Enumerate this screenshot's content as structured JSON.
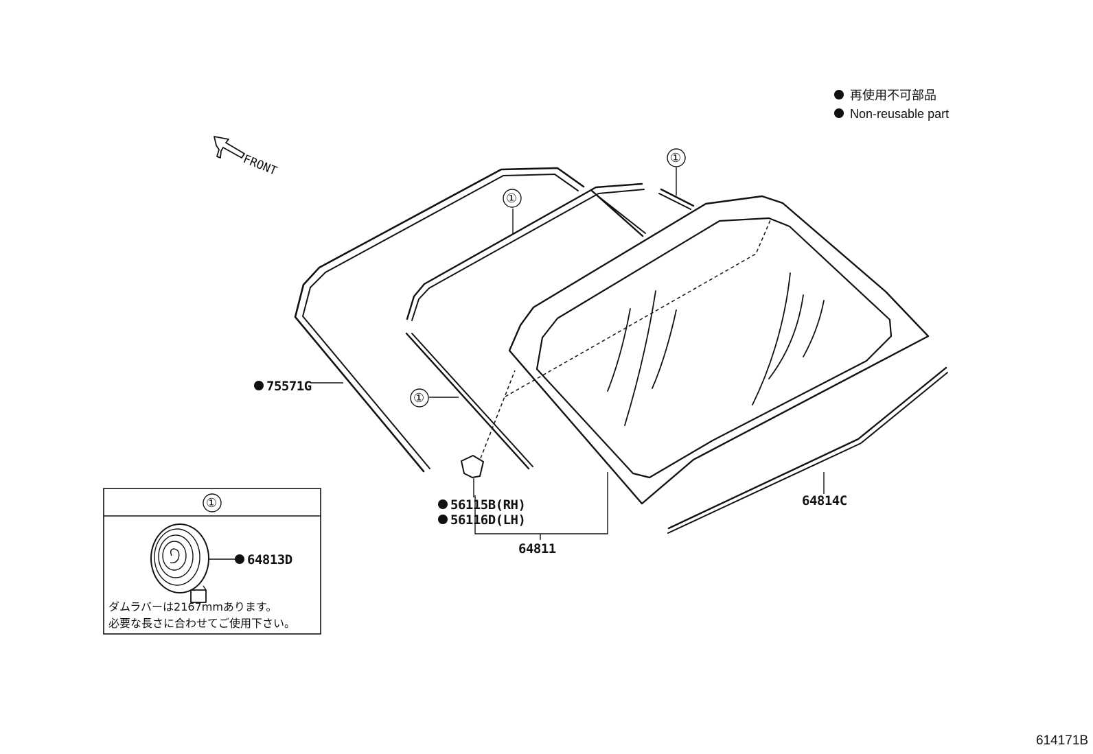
{
  "legend": {
    "jp": "再使用不可部品",
    "en": "Non-reusable part"
  },
  "front_label": "FRONT",
  "callout": "①",
  "parts": {
    "p75571g": "75571G",
    "p56115b": "56115B(RH)",
    "p56116d": "56116D(LH)",
    "p64811": "64811",
    "p64814c": "64814C",
    "p64813d": "64813D"
  },
  "inset": {
    "title": "①",
    "note_line1": "ダムラバーは2167mmあります。",
    "note_line2": "必要な長さに合わせてご使用下さい。"
  },
  "figure_id": "614171B"
}
